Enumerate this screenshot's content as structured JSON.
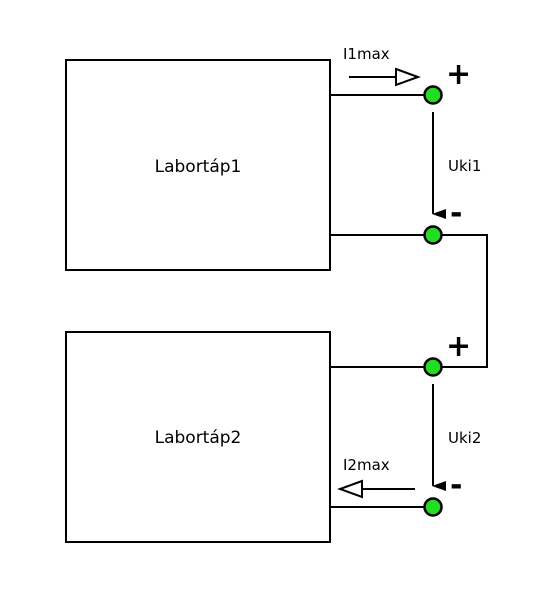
{
  "supplies": [
    {
      "name": "Labortáp1"
    },
    {
      "name": "Labortáp2"
    }
  ],
  "current_labels": {
    "i1": "I1max",
    "i2": "I2max"
  },
  "voltage_labels": {
    "u1": "Uki1",
    "u2": "Uki2"
  },
  "polarity": {
    "plus": "+",
    "minus": "-"
  },
  "colors": {
    "terminal_fill": "#22dd22",
    "line": "#000000",
    "background": "#ffffff"
  }
}
